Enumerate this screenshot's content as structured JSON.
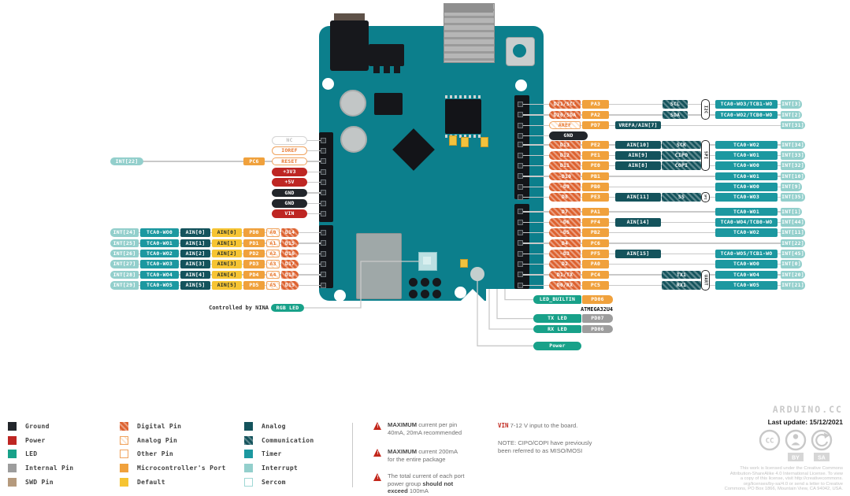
{
  "colors": {
    "board_teal": "#0C7F8C",
    "port_orange": "#F0A13C",
    "digital_orange": "#DD6230",
    "timer_teal": "#1C98A0",
    "analog_dark": "#14535C",
    "interrupt_light": "#93CFCC",
    "led_green": "#18A189",
    "power_red": "#BE2623",
    "ground_black": "#22262B",
    "warning_red": "#C3271B",
    "line_gray": "#C9C9C9"
  },
  "pinout": {
    "right_groups": [
      {
        "rows": [
          {
            "cells": [
              {
                "s": "dig",
                "t": "D21/SCL"
              },
              {
                "s": "port",
                "t": "PA3"
              },
              {
                "s": "comm2",
                "t": "SCL"
              },
              {
                "s": "timer",
                "t": "TCA0-WO3/TCB1-WO"
              },
              {
                "s": "int",
                "t": "INT[3]"
              }
            ]
          },
          {
            "cells": [
              {
                "s": "dig",
                "t": "D20/SDA"
              },
              {
                "s": "port",
                "t": "PA2"
              },
              {
                "s": "comm2",
                "t": "SDA"
              },
              {
                "s": "timer",
                "t": "TCA0-WO2/TCB0-WO"
              },
              {
                "s": "int",
                "t": "INT[2]"
              }
            ]
          },
          {
            "cells": [
              {
                "s": "dig",
                "t": "AREF",
                "y": "analogpin"
              },
              {
                "s": "port",
                "t": "PD7"
              },
              {
                "s": "ain",
                "t": "VREFA/AIN[7]"
              },
              {
                "s": "int",
                "t": "INT[31]"
              }
            ]
          },
          {
            "cells": [
              {
                "s": "gnd",
                "t": "GND",
                "y": "ground"
              }
            ]
          }
        ],
        "brackets": [
          {
            "label": "I2C",
            "from": 0,
            "to": 1
          }
        ]
      },
      {
        "rows": [
          {
            "cells": [
              {
                "s": "dig",
                "t": "D13"
              },
              {
                "s": "port",
                "t": "PE2"
              },
              {
                "s": "ain",
                "t": "AIN[10]"
              },
              {
                "s": "comm",
                "t": "SCK"
              },
              {
                "s": "timer",
                "t": "TCA0-WO2"
              },
              {
                "s": "int",
                "t": "INT[34]"
              }
            ]
          },
          {
            "cells": [
              {
                "s": "dig",
                "t": "D12"
              },
              {
                "s": "port",
                "t": "PE1"
              },
              {
                "s": "ain",
                "t": "AIN[9]"
              },
              {
                "s": "comm",
                "t": "CIPO"
              },
              {
                "s": "timer",
                "t": "TCA0-WO1"
              },
              {
                "s": "int",
                "t": "INT[33]"
              }
            ]
          },
          {
            "cells": [
              {
                "s": "dig",
                "t": "D11"
              },
              {
                "s": "port",
                "t": "PE0"
              },
              {
                "s": "ain",
                "t": "AIN[8]"
              },
              {
                "s": "comm",
                "t": "COPI"
              },
              {
                "s": "timer",
                "t": "TCA0-WO0"
              },
              {
                "s": "int",
                "t": "INT[32]"
              }
            ]
          },
          {
            "cells": [
              {
                "s": "dig",
                "t": "~D10"
              },
              {
                "s": "port",
                "t": "PB1"
              },
              {
                "s": "timer",
                "t": "TCA0-WO1"
              },
              {
                "s": "int",
                "t": "INT[10]"
              }
            ]
          },
          {
            "cells": [
              {
                "s": "dig",
                "t": "~D9"
              },
              {
                "s": "port",
                "t": "PB0"
              },
              {
                "s": "timer",
                "t": "TCA0-WO0"
              },
              {
                "s": "int",
                "t": "INT[9]"
              }
            ]
          },
          {
            "cells": [
              {
                "s": "dig",
                "t": "D8"
              },
              {
                "s": "port",
                "t": "PE3"
              },
              {
                "s": "ain",
                "t": "AIN[11]"
              },
              {
                "s": "comm",
                "t": "SS"
              },
              {
                "s": "timer",
                "t": "TCA0-WO3"
              },
              {
                "s": "int",
                "t": "INT[35]"
              }
            ]
          }
        ],
        "brackets": [
          {
            "label": "SPI",
            "from": 0,
            "to": 2
          },
          {
            "label": "SPI",
            "from": 5,
            "to": 5
          }
        ]
      },
      {
        "rows": [
          {
            "cells": [
              {
                "s": "dig",
                "t": "D7"
              },
              {
                "s": "port",
                "t": "PA1"
              },
              {
                "s": "timer",
                "t": "TCA0-WO1"
              },
              {
                "s": "int",
                "t": "INT[1]"
              }
            ]
          },
          {
            "cells": [
              {
                "s": "dig",
                "t": "~D6"
              },
              {
                "s": "port",
                "t": "PF4"
              },
              {
                "s": "ain",
                "t": "AIN[14]"
              },
              {
                "s": "timer",
                "t": "TCA0-WO4/TCB0-WO"
              },
              {
                "s": "int",
                "t": "INT[44]"
              }
            ]
          },
          {
            "cells": [
              {
                "s": "dig",
                "t": "~D5"
              },
              {
                "s": "port",
                "t": "PB2"
              },
              {
                "s": "timer",
                "t": "TCA0-WO2"
              },
              {
                "s": "int",
                "t": "INT[11]"
              }
            ]
          },
          {
            "cells": [
              {
                "s": "dig",
                "t": "D4"
              },
              {
                "s": "port",
                "t": "PC6"
              },
              {
                "s": "int",
                "t": "INT[22]"
              }
            ]
          },
          {
            "cells": [
              {
                "s": "dig",
                "t": "~D3"
              },
              {
                "s": "port",
                "t": "PF5"
              },
              {
                "s": "ain",
                "t": "AIN[15]"
              },
              {
                "s": "timer",
                "t": "TCA0-WO5/TCB1-WO"
              },
              {
                "s": "int",
                "t": "INT[45]"
              }
            ]
          },
          {
            "cells": [
              {
                "s": "dig",
                "t": "D2"
              },
              {
                "s": "port",
                "t": "PA0"
              },
              {
                "s": "timer",
                "t": "TCA0-WO0"
              },
              {
                "s": "int",
                "t": "INT[0]"
              }
            ]
          },
          {
            "cells": [
              {
                "s": "dig",
                "t": "D1/TX"
              },
              {
                "s": "port",
                "t": "PC4"
              },
              {
                "s": "comm",
                "t": "TX1"
              },
              {
                "s": "timer",
                "t": "TCA0-WO4"
              },
              {
                "s": "int",
                "t": "INT[20]"
              }
            ]
          },
          {
            "cells": [
              {
                "s": "dig",
                "t": "D0/RX"
              },
              {
                "s": "port",
                "t": "PC5"
              },
              {
                "s": "comm",
                "t": "RX1"
              },
              {
                "s": "timer",
                "t": "TCA0-WO5"
              },
              {
                "s": "int",
                "t": "INT[21]"
              }
            ]
          }
        ],
        "brackets": [
          {
            "label": "UART",
            "from": 6,
            "to": 7
          }
        ]
      }
    ],
    "left_power": [
      {
        "t": "NC",
        "y": "nc"
      },
      {
        "t": "IOREF",
        "y": "other"
      },
      {
        "t": "RESET",
        "y": "other",
        "extra_int": "INT[22]",
        "extra_port": "PC6"
      },
      {
        "t": "+3V3",
        "y": "power"
      },
      {
        "t": "+5V",
        "y": "power"
      },
      {
        "t": "GND",
        "y": "ground"
      },
      {
        "t": "GND",
        "y": "ground"
      },
      {
        "t": "VIN",
        "y": "power"
      }
    ],
    "left_analog": [
      {
        "int": "INT[24]",
        "timer": "TCA0-WO0",
        "ain": "AIN[0]",
        "def": "AIN[0]",
        "port": "PD0",
        "apin": "A0",
        "dpin": "D14"
      },
      {
        "int": "INT[25]",
        "timer": "TCA0-WO1",
        "ain": "AIN[1]",
        "def": "AIN[1]",
        "port": "PD1",
        "apin": "A1",
        "dpin": "D15"
      },
      {
        "int": "INT[26]",
        "timer": "TCA0-WO2",
        "ain": "AIN[2]",
        "def": "AIN[2]",
        "port": "PD2",
        "apin": "A2",
        "dpin": "D16"
      },
      {
        "int": "INT[27]",
        "timer": "TCA0-WO3",
        "ain": "AIN[3]",
        "def": "AIN[3]",
        "port": "PD3",
        "apin": "A3",
        "dpin": "D17"
      },
      {
        "int": "INT[28]",
        "timer": "TCA0-WO4",
        "ain": "AIN[4]",
        "def": "AIN[4]",
        "port": "PD4",
        "apin": "A4",
        "dpin": "D18"
      },
      {
        "int": "INT[29]",
        "timer": "TCA0-WO5",
        "ain": "AIN[5]",
        "def": "AIN[5]",
        "port": "PD5",
        "apin": "A5",
        "dpin": "D19"
      }
    ],
    "callouts": {
      "controlled_by": "Controlled by NINA",
      "rgb": "RGB LED",
      "led_builtin": "LED_BUILTIN",
      "led_builtin_port": "PD06",
      "atmega": "ATMEGA32U4",
      "tx": "TX LED",
      "tx_port": "PD07",
      "rx": "RX LED",
      "rx_port": "PD06",
      "power": "Power"
    }
  },
  "legend": {
    "columns": [
      [
        {
          "label": "Ground",
          "type": "ground"
        },
        {
          "label": "Power",
          "type": "power"
        },
        {
          "label": "LED",
          "type": "led"
        },
        {
          "label": "Internal Pin",
          "type": "internal"
        },
        {
          "label": "SWD Pin",
          "type": "swd"
        }
      ],
      [
        {
          "label": "Digital Pin",
          "type": "digital"
        },
        {
          "label": "Analog Pin",
          "type": "analogpin"
        },
        {
          "label": "Other Pin",
          "type": "other"
        },
        {
          "label": "Microcontroller's Port",
          "type": "port"
        },
        {
          "label": "Default",
          "type": "default"
        }
      ],
      [
        {
          "label": "Analog",
          "type": "analog"
        },
        {
          "label": "Communication",
          "type": "comm"
        },
        {
          "label": "Timer",
          "type": "timer"
        },
        {
          "label": "Interrupt",
          "type": "interrupt"
        },
        {
          "label": "Sercom",
          "type": "sercom"
        }
      ]
    ]
  },
  "warnings": [
    {
      "lines": [
        [
          {
            "t": "MAXIMUM",
            "b": true
          },
          {
            "t": " current per pin"
          }
        ],
        [
          {
            "t": "40mA, 20mA recommended"
          }
        ]
      ]
    },
    {
      "lines": [
        [
          {
            "t": "MAXIMUM",
            "b": true
          },
          {
            "t": " current 200mA"
          }
        ],
        [
          {
            "t": "for the entire package"
          }
        ]
      ]
    },
    {
      "lines": [
        [
          {
            "t": "The total current of each port"
          }
        ],
        [
          {
            "t": "power group "
          },
          {
            "t": "should not",
            "b": true
          }
        ],
        [
          {
            "t": "exceed",
            "b": true
          },
          {
            "t": " 100mA"
          }
        ]
      ]
    }
  ],
  "notes": {
    "vin_label": "VIN",
    "vin_text": "7-12 V input to the board.",
    "note_line1": "NOTE: CIPO/COPI have previously",
    "note_line2": "been referred to as MISO/MOSI"
  },
  "footer": {
    "brand": "ARDUINO.CC",
    "last_update": "Last update: 15/12/2021",
    "badges": [
      "CC",
      "BY",
      "SA"
    ],
    "license_lines": [
      "This work is licensed under the Creative Commons",
      "Attribution-ShareAlike 4.0 International License. To view",
      "a copy of this license, visit http://creativecommons.",
      "org/licenses/by-sa/4.0 or send a letter to Creative",
      "Commons, PO Box 1866, Mountain View, CA 94042, USA."
    ]
  }
}
